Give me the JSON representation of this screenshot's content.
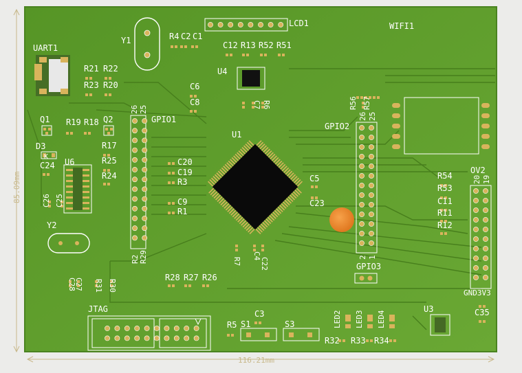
{
  "board": {
    "colors": {
      "board": "#5c9a2a",
      "board_edge": "#4a8320",
      "trace": "#477e1c",
      "pad": "#d9b45c",
      "silk": "#ffffff",
      "chip": "#0a0a0a",
      "dimension": "#c8b88a",
      "marker": "#f08a2a"
    },
    "dimensions": {
      "width_label": "116.21mm",
      "height_label": "85.09mm"
    },
    "labels": {
      "uart1": "UART1",
      "lcd1": "LCD1",
      "wifi1": "WIFI1",
      "y1": "Y1",
      "r4": "R4",
      "c2": "C2",
      "c1": "C1",
      "c12": "C12",
      "r13": "R13",
      "r52": "R52",
      "r51": "R51",
      "u4": "U4",
      "r21": "R21",
      "r22": "R22",
      "r23": "R23",
      "r20": "R20",
      "c6": "C6",
      "c8": "C8",
      "c7": "C7",
      "r6": "R6",
      "r56": "R56",
      "r57": "R57",
      "q1": "Q1",
      "q2": "Q2",
      "r19": "R19",
      "r18": "R18",
      "r17": "R17",
      "d3": "D3",
      "k": "K",
      "c24": "C24",
      "u6": "U6",
      "r25": "R25",
      "r24": "R24",
      "c26": "C26",
      "c25": "C25",
      "gpio1": "GPIO1",
      "gpio2": "GPIO2",
      "gpio3": "GPIO3",
      "pin26a": "26",
      "pin25a": "25",
      "pin26b": "26",
      "pin25b": "25",
      "pin2": "2",
      "pin1": "1",
      "pin20": "20",
      "pin19": "19",
      "u1": "U1",
      "c20": "C20",
      "c19": "C19",
      "r3": "R3",
      "c9": "C9",
      "r1": "R1",
      "c5": "C5",
      "c23": "C23",
      "r54": "R54",
      "r53": "R53",
      "c11": "C11",
      "r11": "R11",
      "r12": "R12",
      "ov2": "OV2",
      "gnd3v3": "GND3V3",
      "y2": "Y2",
      "r29": "R29",
      "r2": "R2",
      "r7": "R7",
      "c4": "C4",
      "c22": "C22",
      "c27": "C27",
      "c28": "C28",
      "r31": "R31",
      "r30": "R30",
      "r28": "R28",
      "r27": "R27",
      "r26": "R26",
      "jtag": "JTAG",
      "r5": "R5",
      "s1": "S1",
      "c3": "C3",
      "s3": "S3",
      "led2": "LED2",
      "led3": "LED3",
      "led4": "LED4",
      "r32": "R32",
      "r33": "R33",
      "r34": "R34",
      "u3": "U3",
      "c35": "C35"
    }
  }
}
